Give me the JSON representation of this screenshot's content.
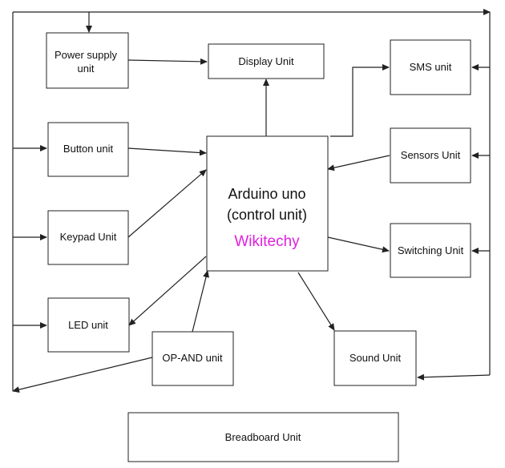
{
  "units": {
    "power_supply": [
      "Power supply",
      "unit"
    ],
    "display": "Display Unit",
    "sms": "SMS unit",
    "button": "Button unit",
    "arduino": [
      "Arduino uno",
      "(control unit)"
    ],
    "watermark": "Wikitechy",
    "sensors": "Sensors Unit",
    "keypad": "Keypad Unit",
    "switching": "Switching Unit",
    "led": "LED unit",
    "opand": "OP-AND unit",
    "sound": "Sound Unit",
    "breadboard": "Breadboard Unit"
  },
  "colors": {
    "watermark": "#e020e0",
    "line": "#222222"
  }
}
